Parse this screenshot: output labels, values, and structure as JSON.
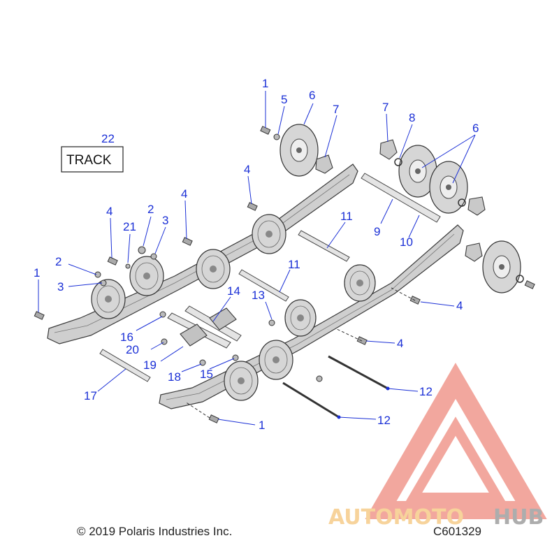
{
  "track_label": "TRACK",
  "track_callout": "22",
  "callouts": [
    {
      "id": "c1a",
      "text": "1"
    },
    {
      "id": "c5",
      "text": "5"
    },
    {
      "id": "c6a",
      "text": "6"
    },
    {
      "id": "c7a",
      "text": "7"
    },
    {
      "id": "c7b",
      "text": "7"
    },
    {
      "id": "c8",
      "text": "8"
    },
    {
      "id": "c6b",
      "text": "6"
    },
    {
      "id": "c4a",
      "text": "4"
    },
    {
      "id": "c4b",
      "text": "4"
    },
    {
      "id": "c4c",
      "text": "4"
    },
    {
      "id": "c2a",
      "text": "2"
    },
    {
      "id": "c21",
      "text": "21"
    },
    {
      "id": "c3a",
      "text": "3"
    },
    {
      "id": "c11a",
      "text": "11"
    },
    {
      "id": "c9",
      "text": "9"
    },
    {
      "id": "c10",
      "text": "10"
    },
    {
      "id": "c2b",
      "text": "2"
    },
    {
      "id": "c3b",
      "text": "3"
    },
    {
      "id": "c1b",
      "text": "1"
    },
    {
      "id": "c11b",
      "text": "11"
    },
    {
      "id": "c14",
      "text": "14"
    },
    {
      "id": "c13",
      "text": "13"
    },
    {
      "id": "c4d",
      "text": "4"
    },
    {
      "id": "c16",
      "text": "16"
    },
    {
      "id": "c4e",
      "text": "4"
    },
    {
      "id": "c20",
      "text": "20"
    },
    {
      "id": "c19",
      "text": "19"
    },
    {
      "id": "c15",
      "text": "15"
    },
    {
      "id": "c18",
      "text": "18"
    },
    {
      "id": "c17",
      "text": "17"
    },
    {
      "id": "c12a",
      "text": "12"
    },
    {
      "id": "c12b",
      "text": "12"
    },
    {
      "id": "c1c",
      "text": "1"
    }
  ],
  "copyright": "© 2019 Polaris Industries Inc.",
  "drawing_code": "C601329",
  "watermark": {
    "part1": "AUTOMOTO",
    "part2": "HUB",
    "color_primary": "#e8614f",
    "color_secondary": "#f2b04a",
    "color_dark": "#6b6b6b"
  },
  "colors": {
    "callout": "#1a2fd6"
  }
}
